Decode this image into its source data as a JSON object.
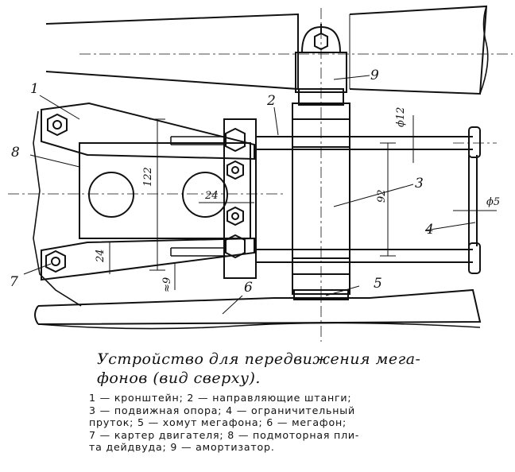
{
  "labels": {
    "part_1": "1",
    "part_2": "2",
    "part_3": "3",
    "part_4": "4",
    "part_5": "5",
    "part_6": "6",
    "part_7": "7",
    "part_8": "8",
    "part_9": "9"
  },
  "dimensions": {
    "d12": "ϕ12",
    "d5": "ϕ5",
    "h122": "122",
    "h92": "92",
    "w24": "24",
    "h24": "24",
    "s9": "≈9"
  },
  "caption": {
    "line1": "Устройство для передвижения мега-",
    "line2": "фонов (вид сверху)."
  },
  "legend": [
    "1 — кронштейн; 2 — направляющие штанги;",
    "3 — подвижная опора; 4 — ограничительный",
    "пруток; 5 — хомут мегафона; 6 — мегафон;",
    "7 — картер двигателя; 8 — подмоторная пли-",
    "та дейдвуда; 9 — амортизатор."
  ]
}
